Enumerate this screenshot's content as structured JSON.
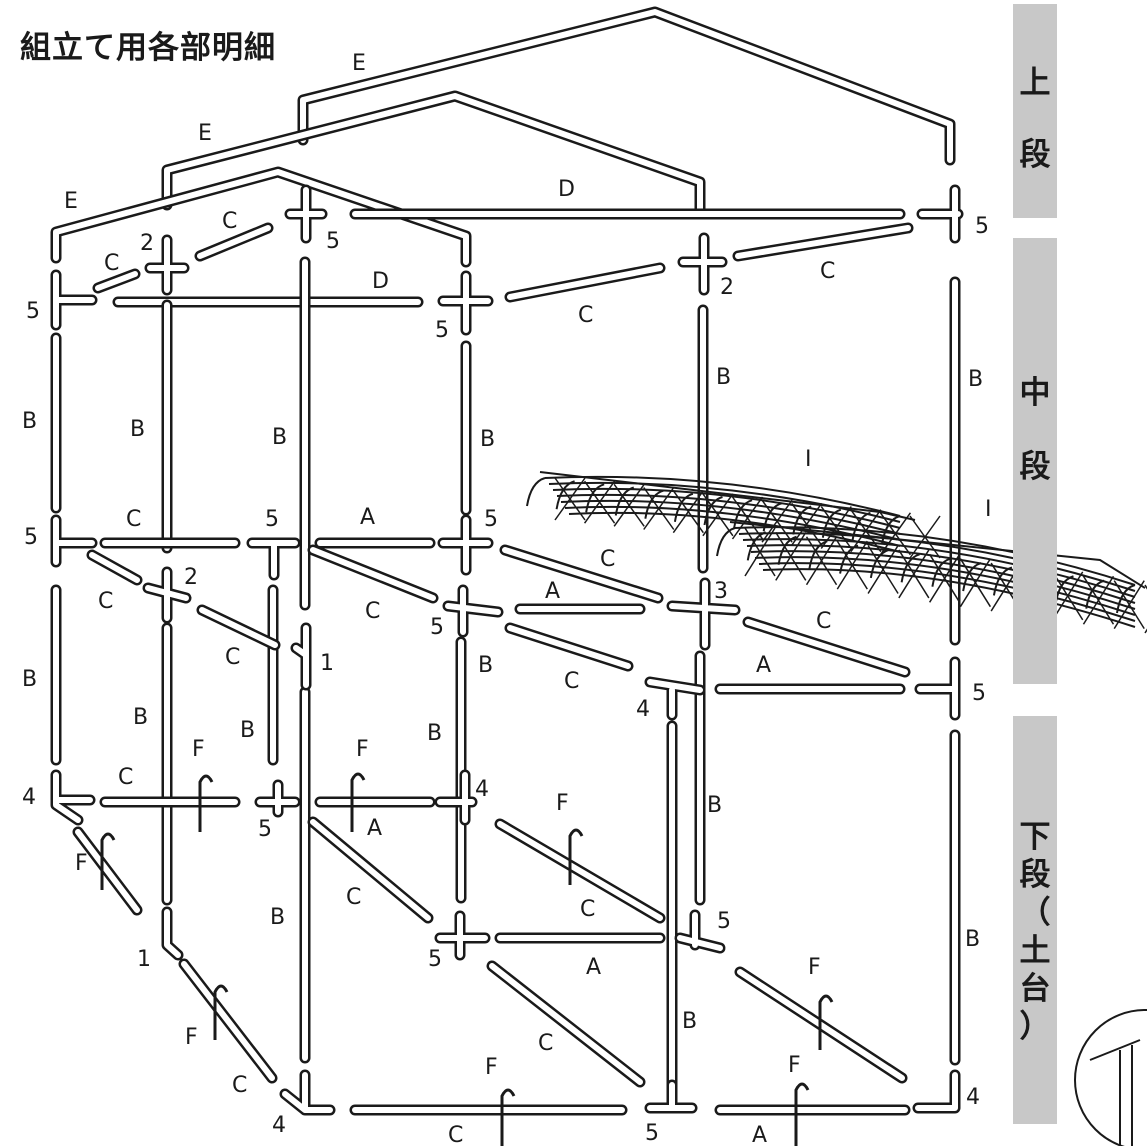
{
  "title": "組立て用各部明細",
  "tiers": [
    {
      "chars": [
        "上",
        "段"
      ]
    },
    {
      "chars": [
        "中",
        "段"
      ]
    },
    {
      "chars": [
        "下",
        "段",
        "（",
        "土",
        "台",
        "）"
      ]
    }
  ],
  "part_labels": {
    "E": "E",
    "D": "D",
    "C": "C",
    "B": "B",
    "A": "A",
    "F": "F",
    "I": "I",
    "j1": "1",
    "j2": "2",
    "j3": "3",
    "j4": "4",
    "j5": "5"
  }
}
